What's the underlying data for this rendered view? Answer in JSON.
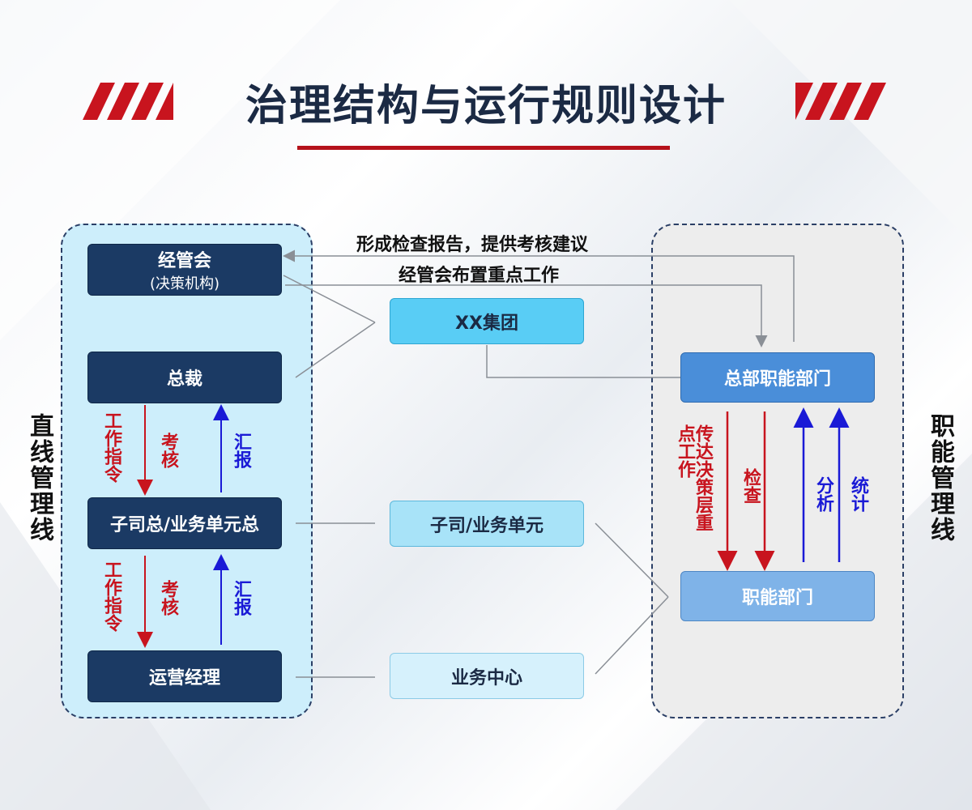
{
  "title": "治理结构与运行规则设计",
  "flow_labels": {
    "report": "形成检查报告，提供考核建议",
    "deploy": "经管会布置重点工作"
  },
  "left_panel": {
    "side_label": "直线管理线",
    "boxes": {
      "committee": "经管会",
      "committee_sub": "(决策机构)",
      "president": "总裁",
      "subsidiary_head": "子司总/业务单元总",
      "ops_manager": "运营经理"
    },
    "arrow_labels": {
      "upper_work": "工作指令",
      "upper_assess": "考核",
      "upper_report": "汇报",
      "lower_work": "工作指令",
      "lower_assess": "考核",
      "lower_report": "汇报"
    }
  },
  "middle": {
    "group": "XX集团",
    "subsidiary": "子司/业务单元",
    "business_center": "业务中心"
  },
  "right_panel": {
    "side_label": "职能管理线",
    "boxes": {
      "hq_function": "总部职能部门",
      "function_dept": "职能部门"
    },
    "arrow_labels": {
      "convey": "传达决策层重点工作",
      "inspect": "检查",
      "analyze": "分析",
      "statistics": "统计"
    }
  },
  "colors": {
    "accent_red": "#b5121b",
    "dark_navy": "#1b3a64",
    "arrow_red": "#c8141e",
    "arrow_blue": "#1a1ad6"
  }
}
